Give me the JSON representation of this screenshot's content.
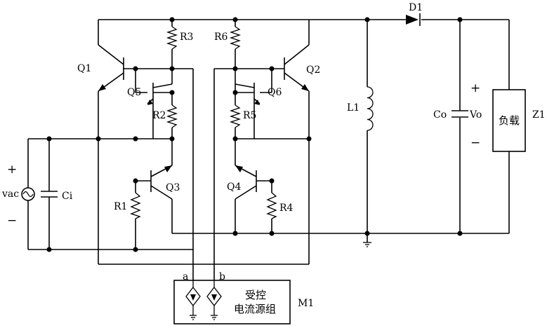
{
  "labels": {
    "d1": "D1",
    "q1": "Q1",
    "q2": "Q2",
    "q3": "Q3",
    "q4": "Q4",
    "q5": "Q5",
    "q6": "Q6",
    "r1": "R1",
    "r2": "R2",
    "r3": "R3",
    "r4": "R4",
    "r5": "R5",
    "r6": "R6",
    "l1": "L1",
    "ci": "Ci",
    "co": "Co",
    "vo": "Vo",
    "z1": "Z1",
    "vac": "vac",
    "m1": "M1",
    "a": "a",
    "b": "b",
    "load": "负载",
    "m1_line1": "受控",
    "m1_line2": "电流源组",
    "plus": "+",
    "minus": "−"
  }
}
